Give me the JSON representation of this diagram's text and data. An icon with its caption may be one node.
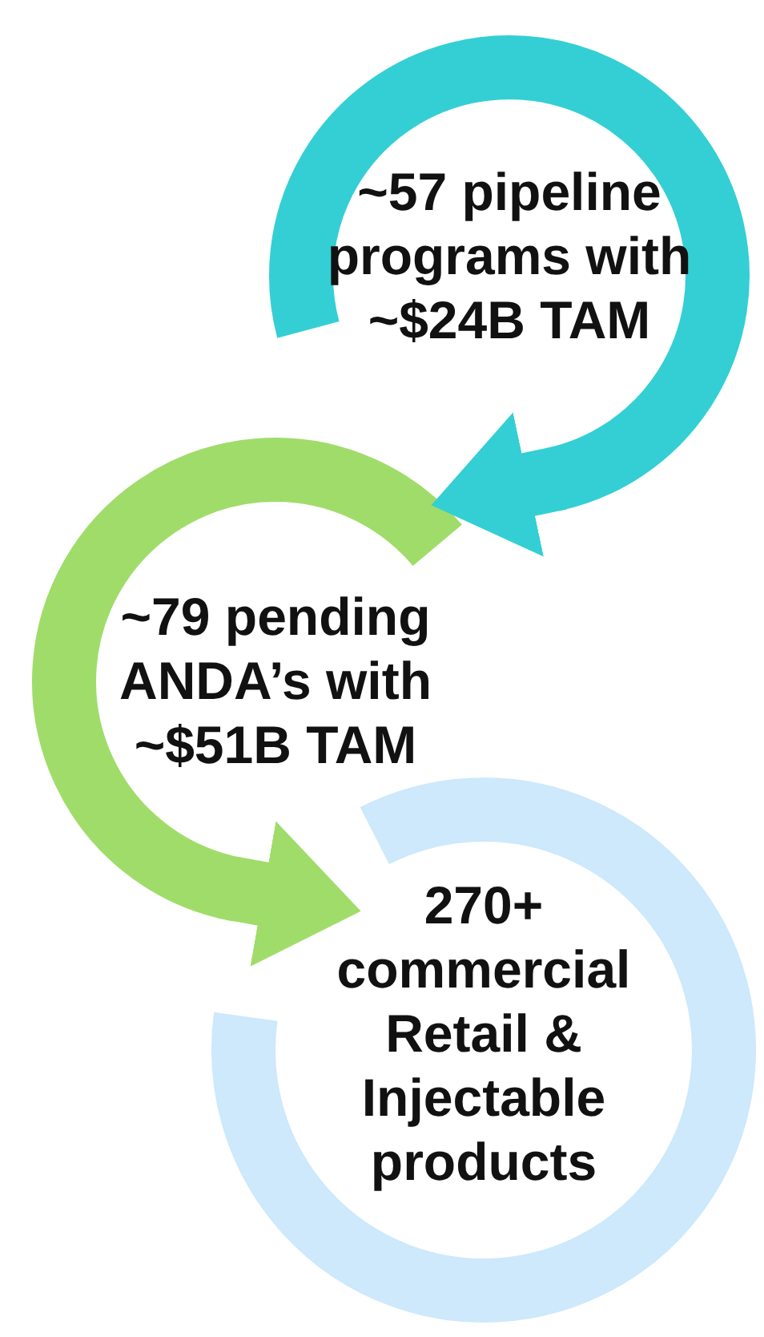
{
  "diagram": {
    "nodes": [
      {
        "text": [
          "~57 pipeline programs with ~$24B TAM"
        ]
      },
      {
        "text": [
          "~79 pending ANDA’s with ~$51B TAM"
        ]
      },
      {
        "text": [
          "270+ commercial Retail & Injectable products"
        ]
      }
    ],
    "edges": [
      {
        "from": 0,
        "to": 1,
        "arrow": "to",
        "color": "#33cfd4"
      },
      {
        "from": 1,
        "to": 2,
        "arrow": "to",
        "color": "#a0dc6a"
      }
    ]
  }
}
